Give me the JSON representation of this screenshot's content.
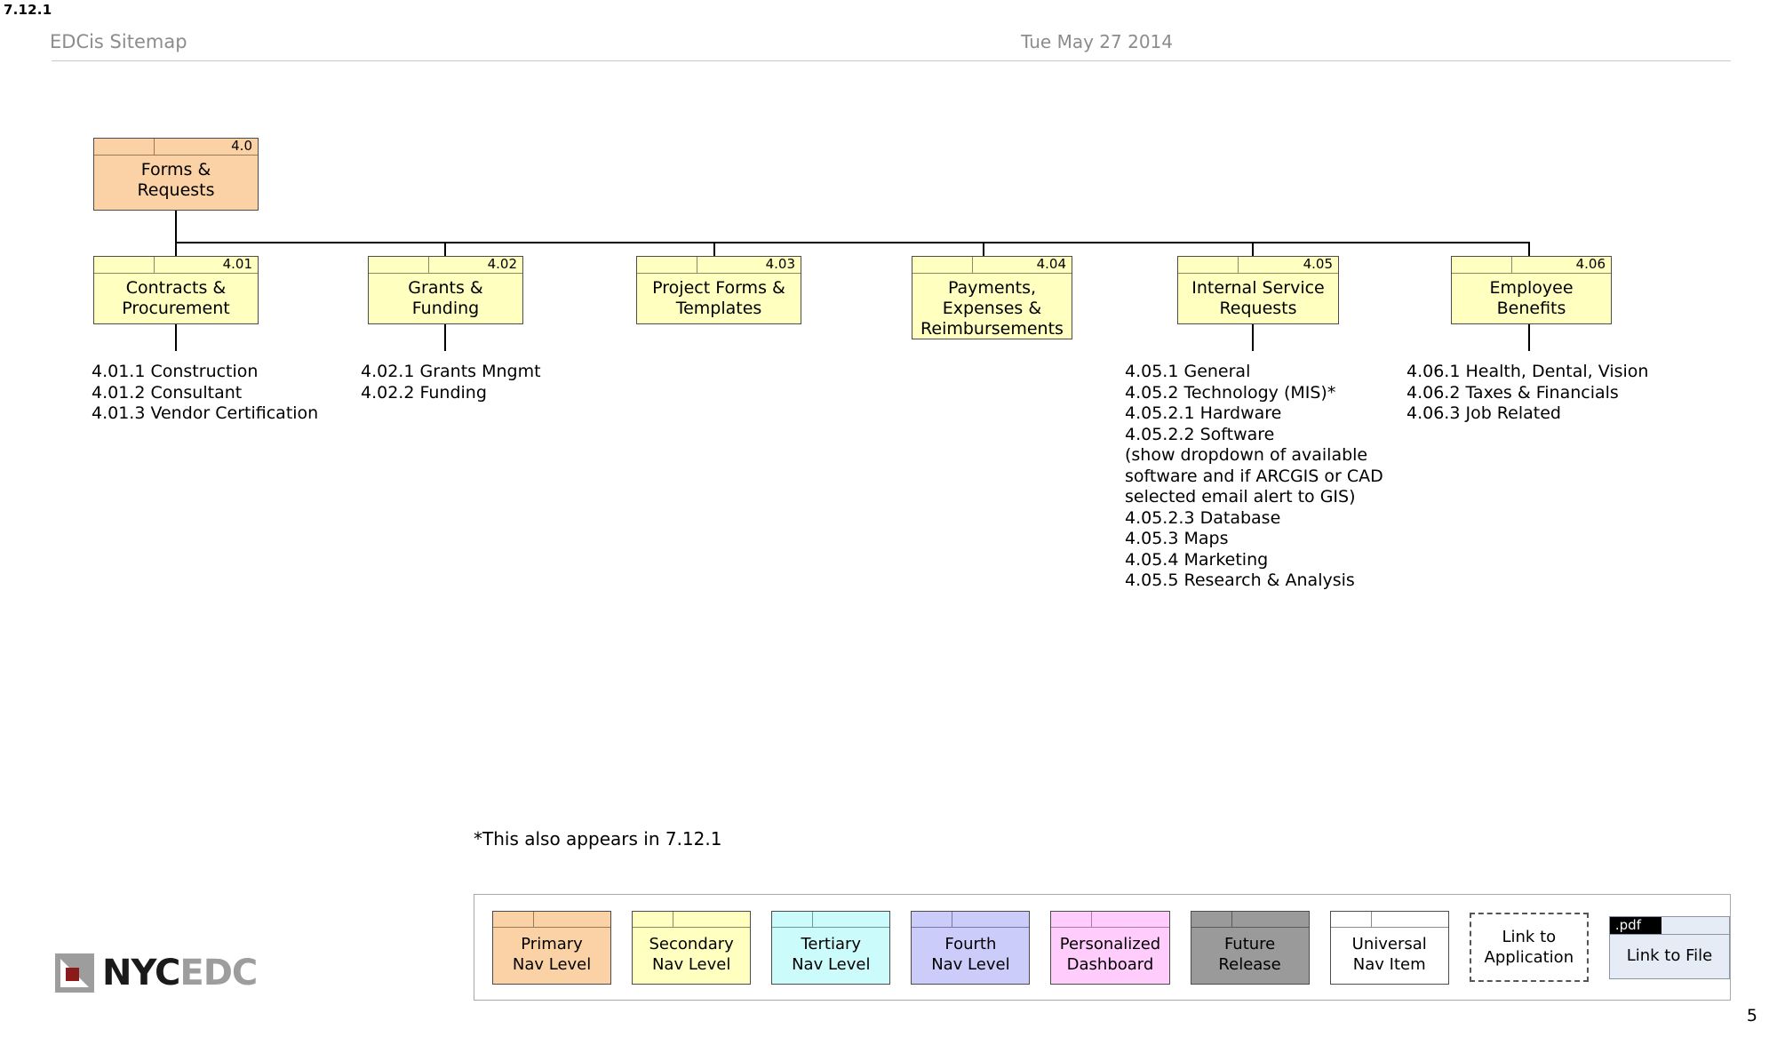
{
  "header": {
    "doc_code": "7.12.1",
    "title": "EDCis Sitemap",
    "date": "Tue May 27 2014"
  },
  "root": {
    "id": "4.0",
    "label": "Forms &\nRequests"
  },
  "children": [
    {
      "id": "4.01",
      "label": "Contracts &\nProcurement"
    },
    {
      "id": "4.02",
      "label": "Grants &\nFunding"
    },
    {
      "id": "4.03",
      "label": "Project Forms &\nTemplates"
    },
    {
      "id": "4.04",
      "label": "Payments,\nExpenses &\nReimbursements"
    },
    {
      "id": "4.05",
      "label": "Internal Service\nRequests"
    },
    {
      "id": "4.06",
      "label": "Employee\nBenefits"
    }
  ],
  "sublists": {
    "c401": "4.01.1 Construction\n4.01.2 Consultant\n4.01.3 Vendor Certification",
    "c402": "4.02.1 Grants Mngmt\n4.02.2 Funding",
    "c405": "4.05.1 General\n4.05.2 Technology (MIS)*\n4.05.2.1 Hardware\n4.05.2.2 Software\n(show dropdown of available\nsoftware and if ARCGIS or CAD\nselected email alert to GIS)\n4.05.2.3 Database\n4.05.3 Maps\n4.05.4 Marketing\n4.05.5 Research & Analysis",
    "c406": "4.06.1 Health, Dental, Vision\n4.06.2 Taxes & Financials\n4.06.3 Job Related"
  },
  "footnote": "*This also appears in 7.12.1",
  "legend": [
    {
      "key": "primary",
      "label": "Primary\nNav Level",
      "color": "#fbd2a5"
    },
    {
      "key": "secondary",
      "label": "Secondary\nNav Level",
      "color": "#ffffc0"
    },
    {
      "key": "tertiary",
      "label": "Tertiary\nNav Level",
      "color": "#ccfbfb"
    },
    {
      "key": "fourth",
      "label": "Fourth\nNav Level",
      "color": "#ccccfb"
    },
    {
      "key": "personalized",
      "label": "Personalized\nDashboard",
      "color": "#ffccfb"
    },
    {
      "key": "future",
      "label": "Future\nRelease",
      "color": "#9a9a9a"
    },
    {
      "key": "universal",
      "label": "Universal\nNav Item",
      "color": "#ffffff"
    },
    {
      "key": "application",
      "label": "Link to\nApplication",
      "color": "#ffffff"
    },
    {
      "key": "file",
      "label": "Link to File",
      "color": "#e6ecf5",
      "tag": ".pdf"
    }
  ],
  "logo": {
    "text_dark": "NYC",
    "text_gray": "EDC"
  },
  "page_number": "5"
}
